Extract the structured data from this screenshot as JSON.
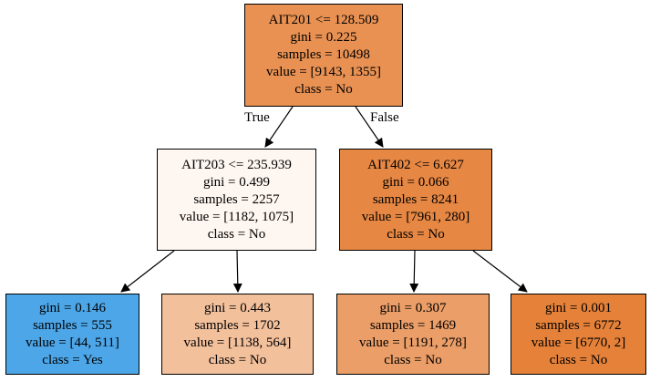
{
  "nodes": [
    {
      "id": "n0",
      "fill": "#e89152",
      "lines": [
        "AIT201 <= 128.509",
        "gini = 0.225",
        "samples = 10498",
        "value = [9143, 1355]",
        "class = No"
      ]
    },
    {
      "id": "n1",
      "fill": "#fef6f0",
      "lines": [
        "AIT203 <= 235.939",
        "gini = 0.499",
        "samples = 2257",
        "value = [1182, 1075]",
        "class = No"
      ]
    },
    {
      "id": "n2",
      "fill": "#e68743",
      "lines": [
        "AIT402 <= 6.627",
        "gini = 0.066",
        "samples = 8241",
        "value = [7961, 280]",
        "class = No"
      ]
    },
    {
      "id": "n3",
      "fill": "#4ca6e8",
      "lines": [
        "gini = 0.146",
        "samples = 555",
        "value = [44, 511]",
        "class = Yes"
      ]
    },
    {
      "id": "n4",
      "fill": "#f3c09c",
      "lines": [
        "gini = 0.443",
        "samples = 1702",
        "value = [1138, 564]",
        "class = No"
      ]
    },
    {
      "id": "n5",
      "fill": "#eb9e67",
      "lines": [
        "gini = 0.307",
        "samples = 1469",
        "value = [1191, 278]",
        "class = No"
      ]
    },
    {
      "id": "n6",
      "fill": "#e58139",
      "lines": [
        "gini = 0.001",
        "samples = 6772",
        "value = [6770, 2]",
        "class = No"
      ]
    }
  ],
  "edges": [
    {
      "from": "n0",
      "to": "n1",
      "label": "True"
    },
    {
      "from": "n0",
      "to": "n2",
      "label": "False"
    },
    {
      "from": "n1",
      "to": "n3",
      "label": ""
    },
    {
      "from": "n1",
      "to": "n4",
      "label": ""
    },
    {
      "from": "n2",
      "to": "n5",
      "label": ""
    },
    {
      "from": "n2",
      "to": "n6",
      "label": ""
    }
  ]
}
